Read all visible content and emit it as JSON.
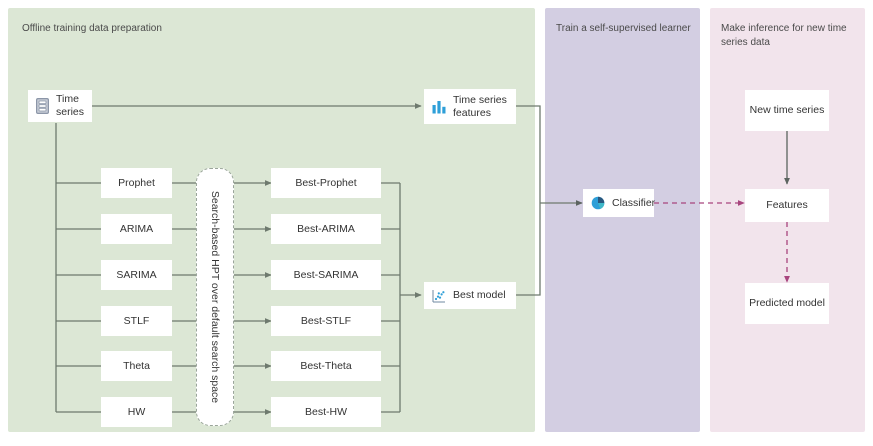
{
  "diagram": {
    "title_hidden": "",
    "panels": [
      {
        "id": "offline",
        "title": "Offline training data preparation",
        "color": "#dce7d5"
      },
      {
        "id": "train",
        "title": "Train a self-supervised learner",
        "color": "#d3cee2"
      },
      {
        "id": "infer",
        "title": "Make inference for new time series data",
        "color": "#f2e4ec"
      }
    ],
    "offline": {
      "source": {
        "label": "Time series",
        "icon": "database-icon"
      },
      "models": [
        "Prophet",
        "ARIMA",
        "SARIMA",
        "STLF",
        "Theta",
        "HW"
      ],
      "hpt": {
        "label": "Search-based HPT over default search space"
      },
      "best_models": [
        "Best-Prophet",
        "Best-ARIMA",
        "Best-SARIMA",
        "Best-STLF",
        "Best-Theta",
        "Best-HW"
      ],
      "features": {
        "label": "Time series features",
        "icon": "bar-chart-icon"
      },
      "best_model": {
        "label": "Best model",
        "icon": "scatter-plot-icon"
      }
    },
    "train": {
      "classifier": {
        "label": "Classifier",
        "icon": "pie-chart-icon"
      }
    },
    "infer": {
      "new_series": {
        "label": "New time series"
      },
      "features": {
        "label": "Features"
      },
      "predicted": {
        "label": "Predicted model"
      }
    },
    "colors": {
      "panel_offline": "#dce7d5",
      "panel_train": "#d3cee2",
      "panel_infer": "#f2e4ec",
      "edge": "#6e7a6e",
      "edge_dashed": "#a8457e",
      "icon_blue": "#2e9fd8",
      "icon_gray": "#8c96a8"
    }
  }
}
